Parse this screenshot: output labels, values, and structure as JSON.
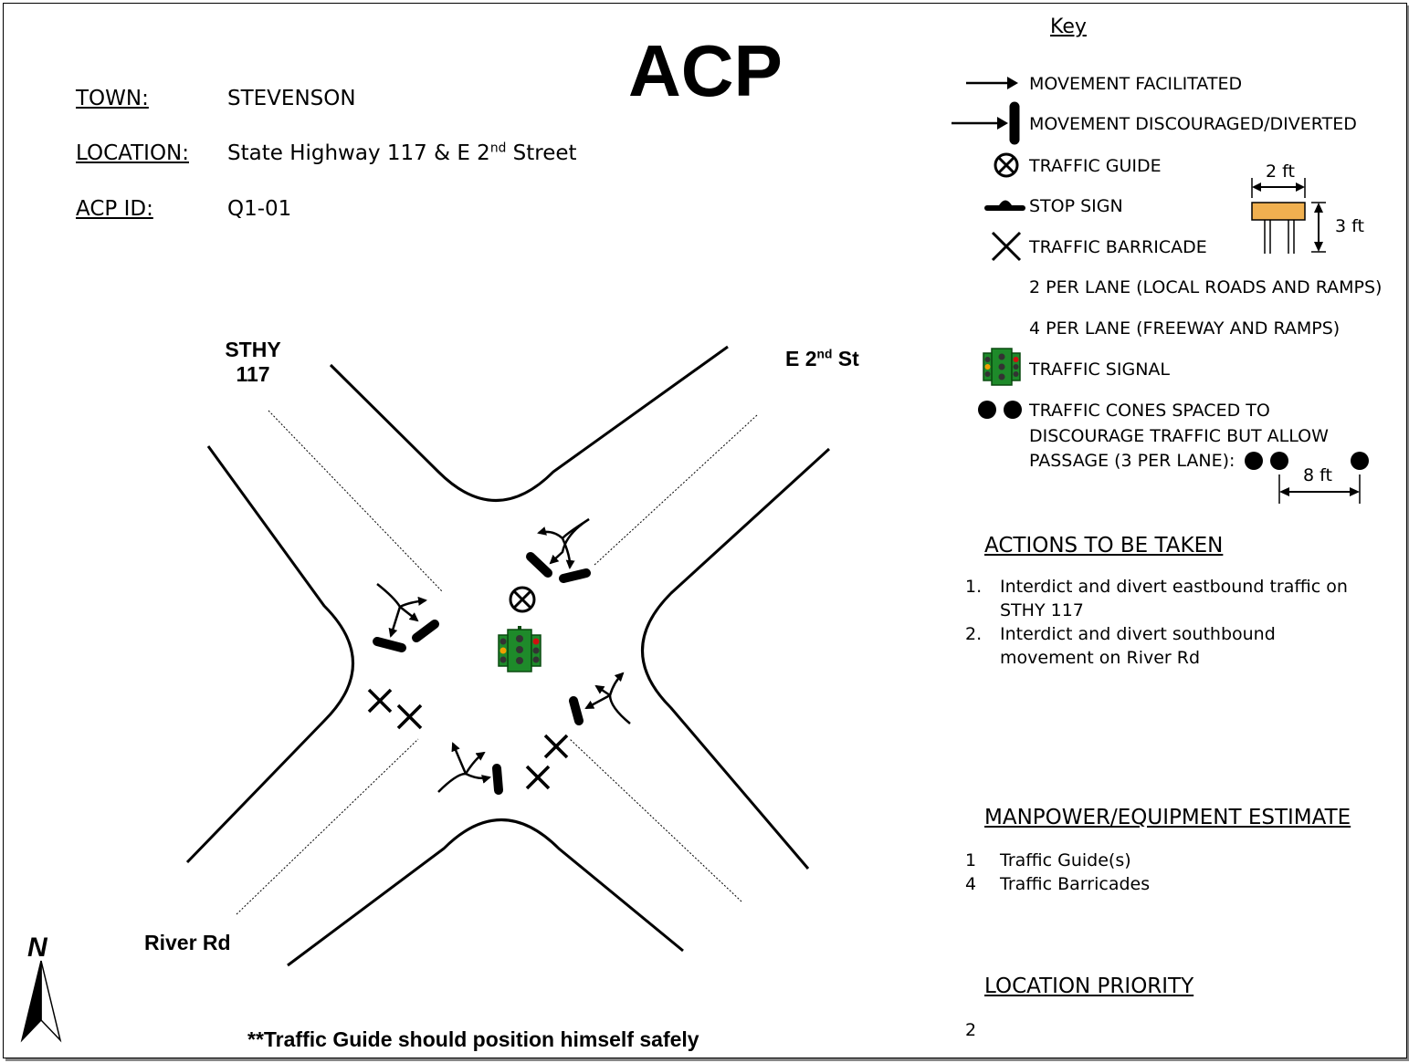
{
  "title": "ACP",
  "header": {
    "town_label": "TOWN:",
    "town_value": "STEVENSON",
    "location_label": "LOCATION:",
    "location_value_pre": "State Highway 117 & E 2",
    "location_value_sup": "nd",
    "location_value_post": " Street",
    "acpid_label": "ACP ID:",
    "acpid_value": "Q1-01"
  },
  "diagram": {
    "road_sthy_line1": "STHY",
    "road_sthy_line2": "117",
    "road_e2nd_pre": "E 2",
    "road_e2nd_sup": "nd",
    "road_e2nd_post": " St",
    "road_river": "River Rd",
    "north": "N",
    "note": "**Traffic Guide should position himself safely"
  },
  "key": {
    "title": "Key",
    "items": [
      {
        "icon": "arrow-icon",
        "text": "MOVEMENT FACILITATED"
      },
      {
        "icon": "blocked-arrow-icon",
        "text": "MOVEMENT DISCOURAGED/DIVERTED"
      },
      {
        "icon": "traffic-guide-icon",
        "text": "TRAFFIC GUIDE"
      },
      {
        "icon": "stop-sign-icon",
        "text": "STOP SIGN"
      },
      {
        "icon": "barricade-icon",
        "text": "TRAFFIC BARRICADE"
      },
      {
        "icon": "",
        "text": "2 PER LANE (LOCAL ROADS AND RAMPS)"
      },
      {
        "icon": "",
        "text": "4 PER LANE (FREEWAY AND RAMPS)"
      },
      {
        "icon": "traffic-signal-icon",
        "text": "TRAFFIC SIGNAL"
      }
    ],
    "cones_lines": [
      "TRAFFIC CONES SPACED TO",
      "DISCOURAGE TRAFFIC BUT ALLOW",
      "PASSAGE (3 PER LANE):"
    ],
    "barricade_width": "2 ft",
    "barricade_height": "3 ft",
    "cone_spacing": "8 ft"
  },
  "actions": {
    "title": "ACTIONS TO BE TAKEN",
    "items": [
      {
        "num": "1.",
        "line1": "Interdict and divert eastbound traffic on",
        "line2": "STHY 117"
      },
      {
        "num": "2.",
        "line1": "Interdict and divert southbound",
        "line2": "movement on River Rd"
      }
    ]
  },
  "manpower": {
    "title": "MANPOWER/EQUIPMENT ESTIMATE",
    "items": [
      {
        "qty": "1",
        "text": "Traffic Guide(s)"
      },
      {
        "qty": "4",
        "text": "Traffic Barricades"
      }
    ]
  },
  "priority": {
    "title": "LOCATION PRIORITY",
    "value": "2"
  },
  "colors": {
    "signal_green": "#1e8a2a",
    "signal_red": "#d01010",
    "signal_amber": "#f0a000",
    "barricade_fill": "#f0b050"
  }
}
